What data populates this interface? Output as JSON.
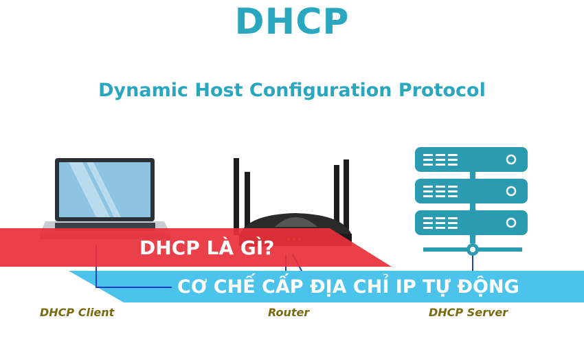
{
  "header": {
    "title": "DHCP",
    "subtitle": "Dynamic Host Configuration Protocol"
  },
  "nodes": {
    "client": "DHCP Client",
    "router": "Router",
    "server": "DHCP Server"
  },
  "banners": {
    "question": "DHCP LÀ GÌ?",
    "headline": "CƠ CHẾ CẤP ĐỊA CHỈ IP TỰ ĐỘNG"
  },
  "colors": {
    "accent": "#2aa6bf",
    "red_banner": "#e8303a",
    "blue_banner": "#4cc3ea",
    "cable": "#1f3fc8",
    "label": "#7a6a10",
    "server": "#2a9bb0"
  }
}
